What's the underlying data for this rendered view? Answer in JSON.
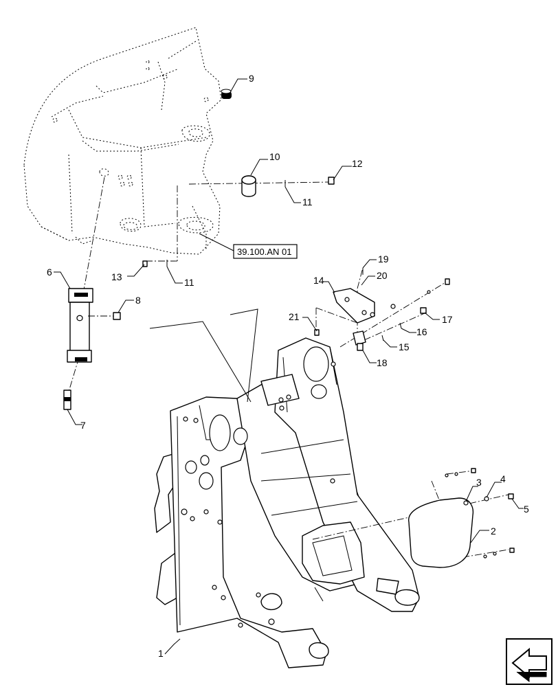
{
  "diagram": {
    "callouts": [
      "1",
      "2",
      "3",
      "4",
      "5",
      "6",
      "7",
      "8",
      "9",
      "10",
      "11",
      "11",
      "12",
      "13",
      "14",
      "15",
      "16",
      "17",
      "18",
      "19",
      "20",
      "21"
    ],
    "reference_label": "39.100.AN 01"
  },
  "icons": {
    "navigation": "arrow-navigation-icon"
  }
}
